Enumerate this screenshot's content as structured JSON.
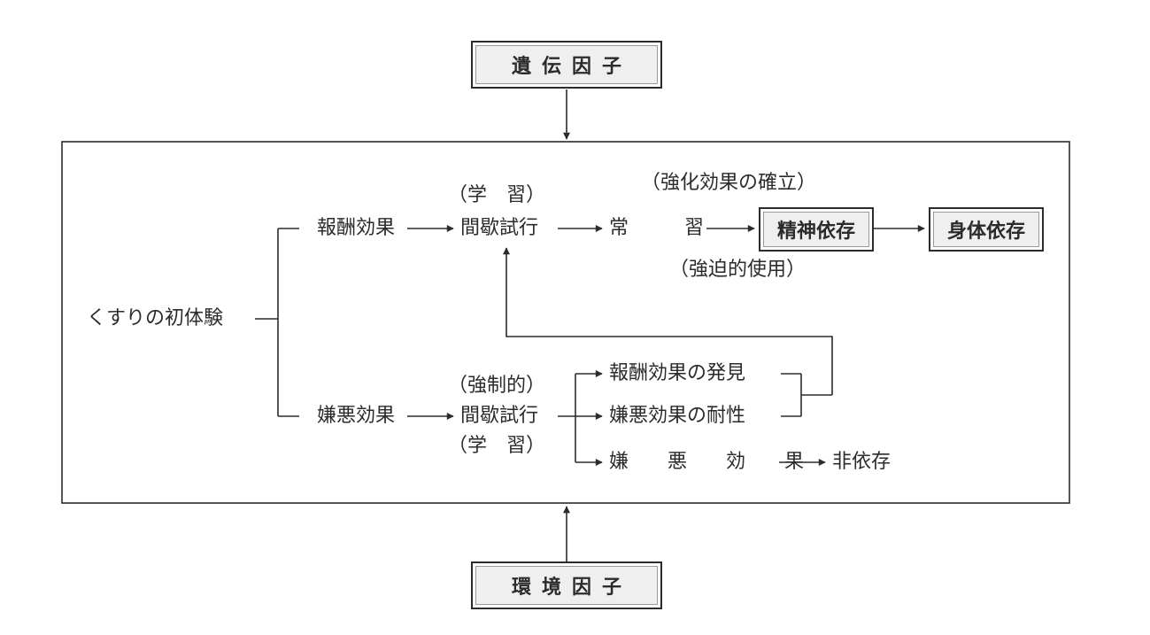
{
  "factors": {
    "genetic": "遺伝因子",
    "environmental": "環境因子"
  },
  "start": "くすりの初体験",
  "upper": {
    "reward_effect": "報酬効果",
    "learning": "（学　習）",
    "intermittent": "間歇試行",
    "habit_left": "常",
    "habit_right": "習",
    "reinforcement": "（強化効果の確立）",
    "compulsive": "（強迫的使用）",
    "psychological": "精神依存",
    "physical": "身体依存"
  },
  "lower": {
    "aversive_effect": "嫌悪効果",
    "forced": "（強制的）",
    "intermittent": "間歇試行",
    "learning": "（学　習）",
    "reward_discovery": "報酬効果の発見",
    "aversive_tolerance": "嫌悪効果の耐性",
    "aversive_only": "嫌悪効果",
    "non_dependence": "非依存"
  }
}
